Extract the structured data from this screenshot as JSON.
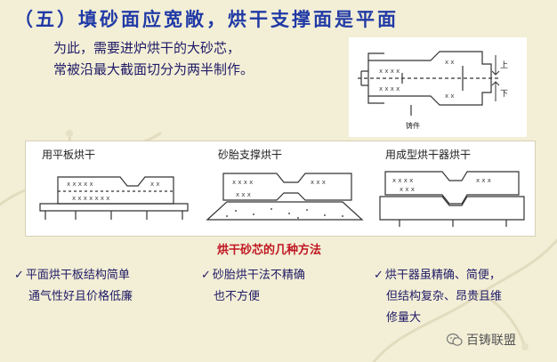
{
  "title": "（五）填砂面应宽敞，烘干支撑面是平面",
  "intro": {
    "line1": "为此，需要进炉烘干的大砂芯，",
    "line2": "常被沿最大截面切分为两半制作。"
  },
  "figure": {
    "top_label": "上",
    "bottom_label": "下",
    "casting_label": "铸件"
  },
  "methods_panel": {
    "captions": [
      "用平板烘干",
      "砂胎支撑烘干",
      "用成型烘干器烘干"
    ]
  },
  "methods_title": "烘干砂芯的几种方法",
  "notes": {
    "check_glyph": "✓",
    "col1": [
      "平面烘干板结构简单",
      "通气性好且价格低廉"
    ],
    "col2": [
      "砂胎烘干法不精确",
      "也不方便"
    ],
    "col3": [
      "烘干器虽精确、简便，",
      "但结构复杂、昂贵且维",
      "修量大"
    ]
  },
  "watermark": {
    "icon": "wechat-icon",
    "text": "百铸联盟"
  },
  "colors": {
    "title": "#213aa6",
    "text": "#1f1a66",
    "accent": "#c01622",
    "background": "#f3efd6"
  }
}
